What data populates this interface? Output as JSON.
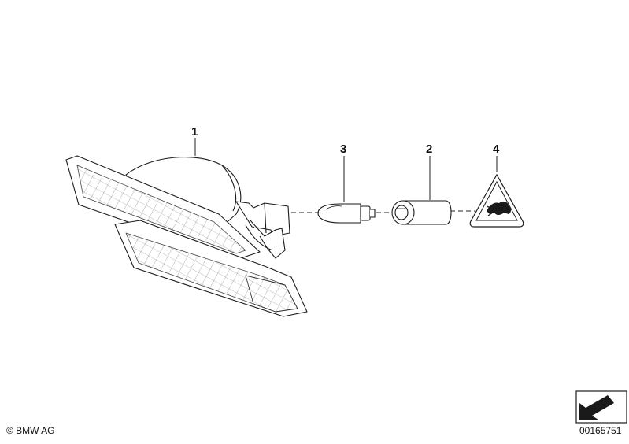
{
  "callouts": [
    {
      "label": "1"
    },
    {
      "label": "3"
    },
    {
      "label": "2"
    },
    {
      "label": "4"
    }
  ],
  "footer": {
    "copyright": "© BMW AG",
    "document_number": "00165751"
  },
  "icons": {
    "warning": "hand-caution-triangle-icon",
    "corner": "arrow-corner-icon"
  }
}
